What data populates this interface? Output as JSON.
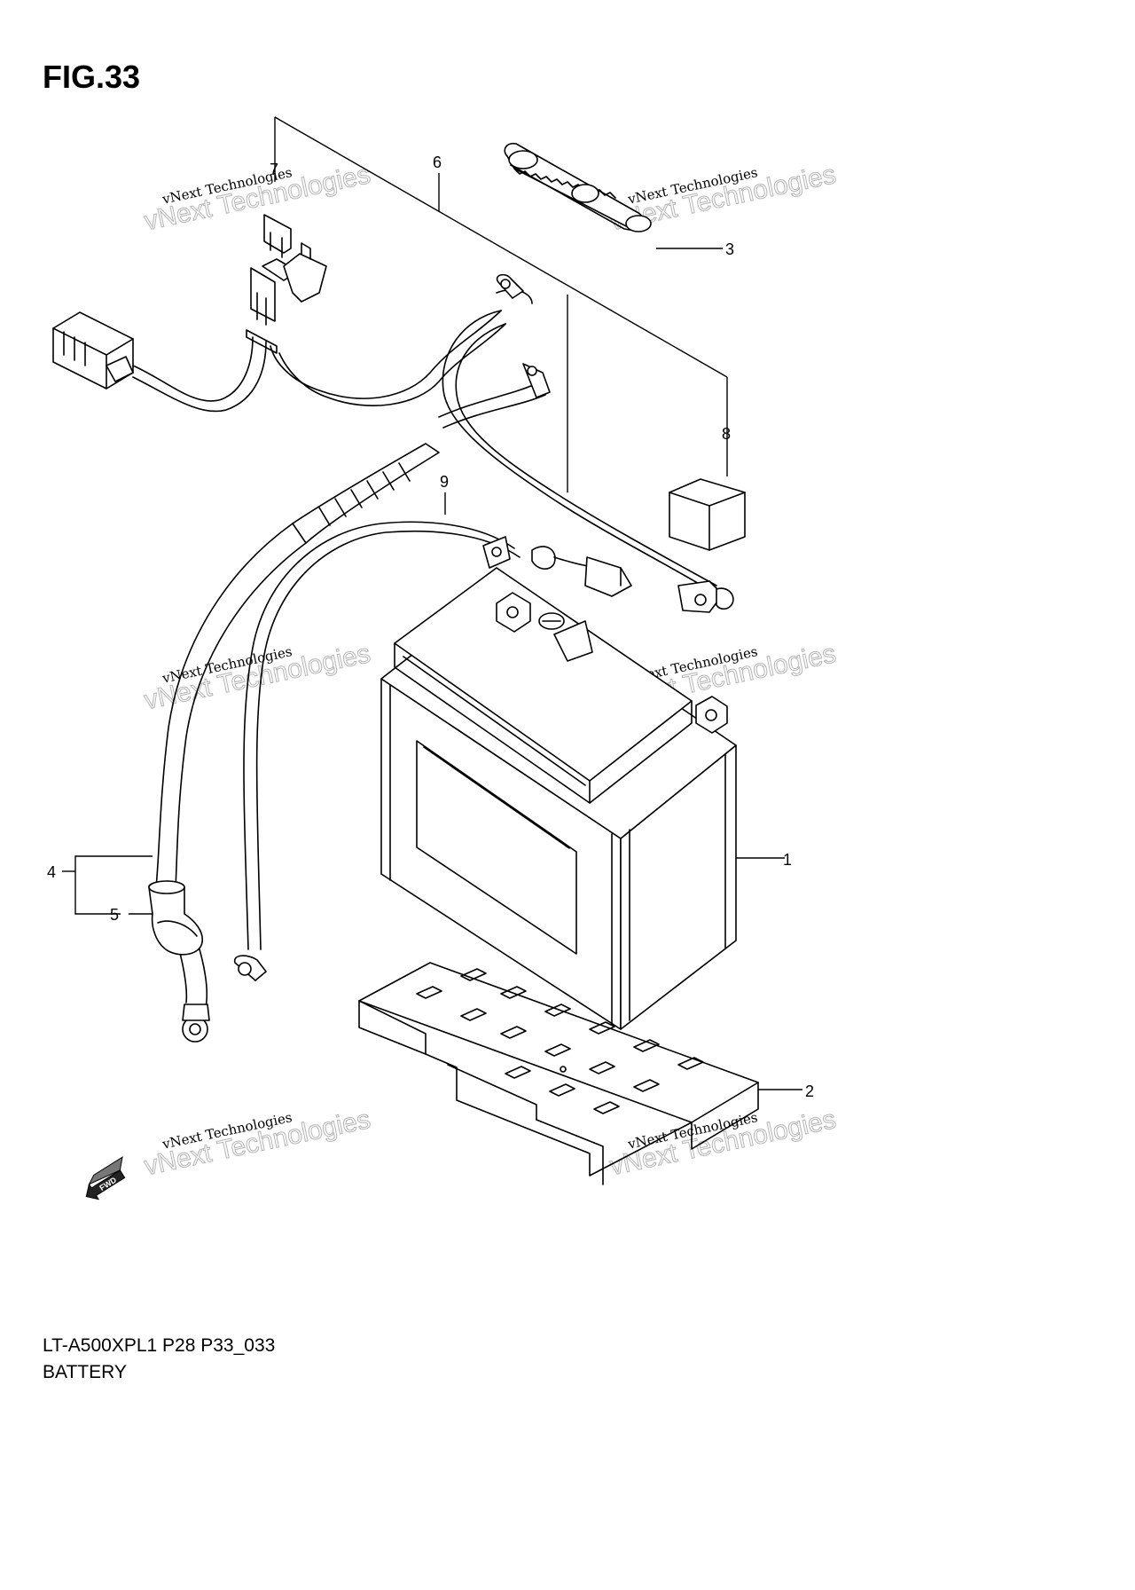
{
  "figure": {
    "title": "FIG.33",
    "caption_code": "LT-A500XPL1 P28 P33_033",
    "caption_name": "BATTERY"
  },
  "callouts": [
    "1",
    "2",
    "3",
    "4",
    "5",
    "6",
    "7",
    "8",
    "9"
  ],
  "watermark": {
    "line1": "vNext Technologies",
    "line2": "vNext Technologies"
  },
  "fwd_label": "FWD"
}
